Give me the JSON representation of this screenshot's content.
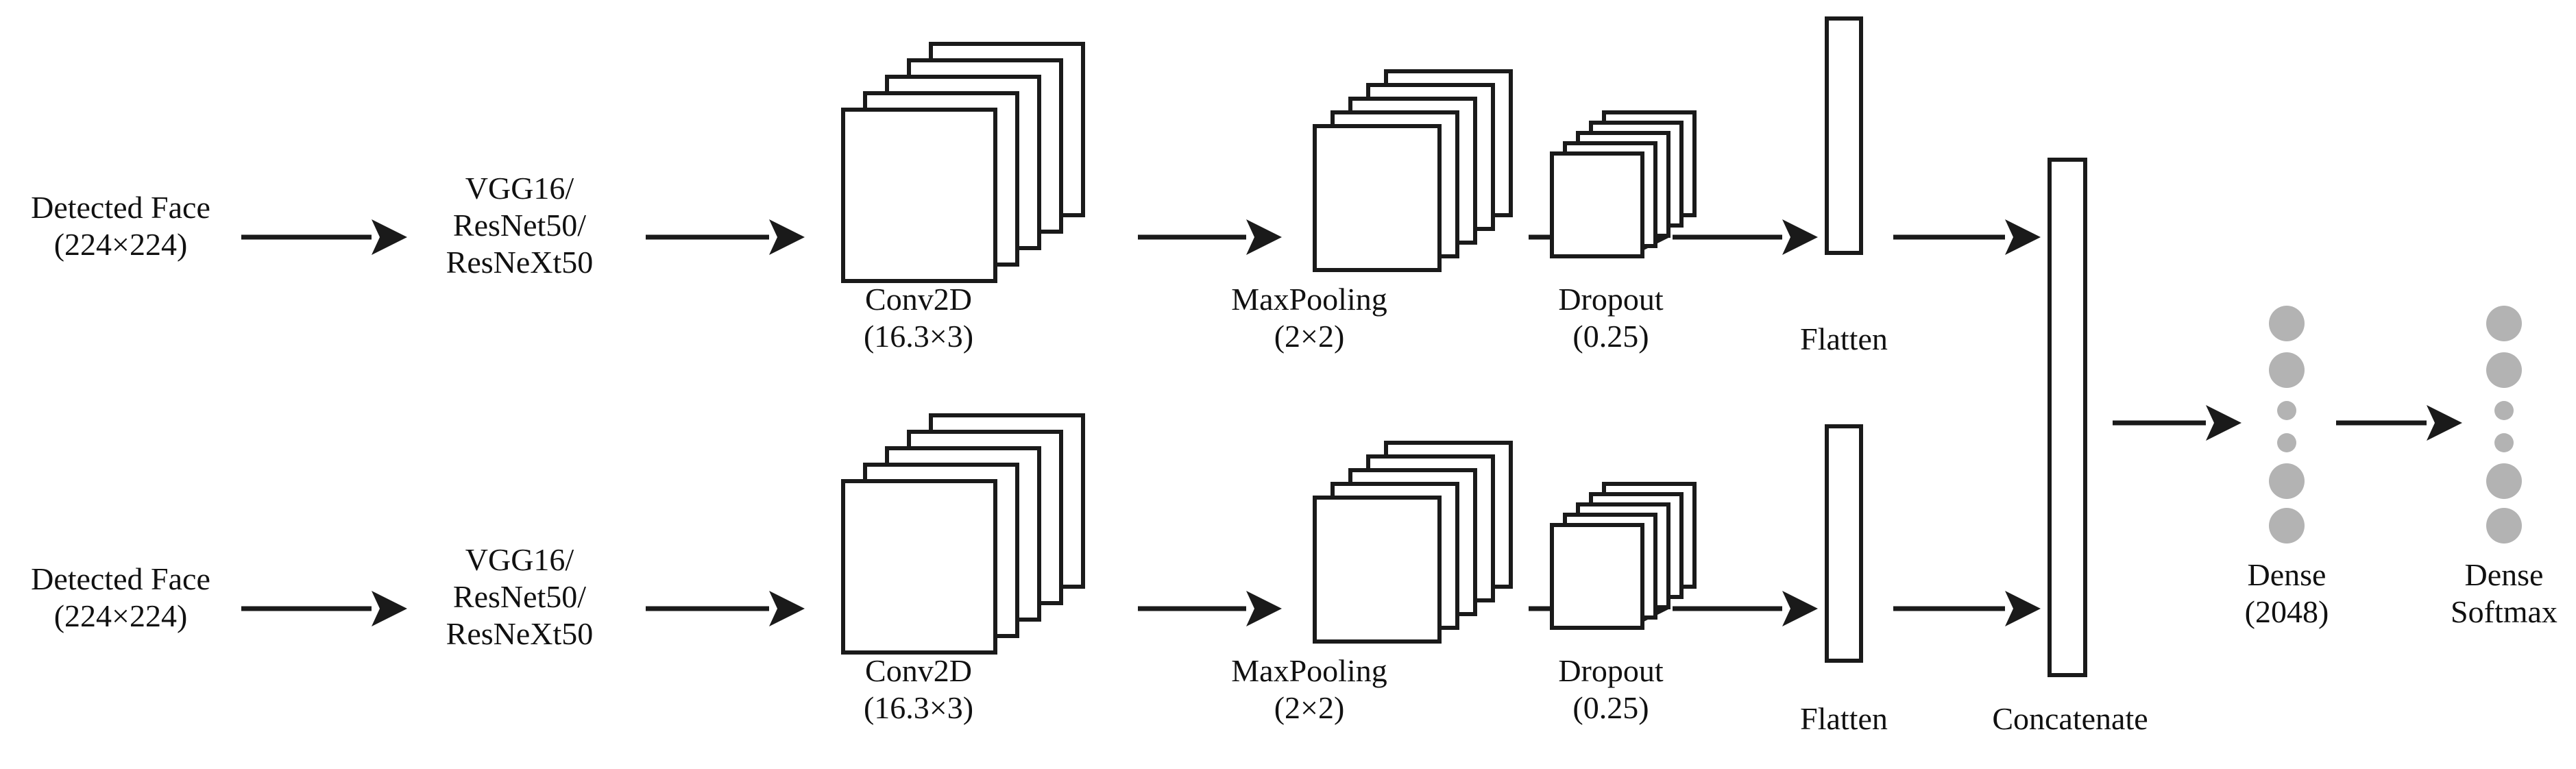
{
  "diagram": {
    "title": "Two-stream CNN architecture for face analysis",
    "background_color": "#ffffff",
    "stroke_color": "#1a1a1a",
    "node_color": "#b3b3b3"
  },
  "branches": [
    {
      "id": "top-branch",
      "input": {
        "line1": "Detected Face",
        "line2": "(224×224)"
      },
      "backbone": {
        "line1": "VGG16/",
        "line2": "ResNet50/",
        "line3": "ResNeXt50"
      },
      "conv": {
        "line1": "Conv2D",
        "line2": "(16.3×3)"
      },
      "pool": {
        "line1": "MaxPooling",
        "line2": "(2×2)"
      },
      "dropout": {
        "line1": "Dropout",
        "line2": "(0.25)"
      },
      "flatten": {
        "line1": "Flatten"
      }
    },
    {
      "id": "bottom-branch",
      "input": {
        "line1": "Detected Face",
        "line2": "(224×224)"
      },
      "backbone": {
        "line1": "VGG16/",
        "line2": "ResNet50/",
        "line3": "ResNeXt50"
      },
      "conv": {
        "line1": "Conv2D",
        "line2": "(16.3×3)"
      },
      "pool": {
        "line1": "MaxPooling",
        "line2": "(2×2)"
      },
      "dropout": {
        "line1": "Dropout",
        "line2": "(0.25)"
      },
      "flatten": {
        "line1": "Flatten"
      }
    }
  ],
  "merge": {
    "concatenate": {
      "line1": "Concatenate"
    }
  },
  "head": {
    "dense": {
      "line1": "Dense",
      "line2": "(2048)"
    },
    "output": {
      "line1": "Dense",
      "line2": "Softmax"
    }
  },
  "icons": {
    "feature_map_stack": "feature-map-stack-icon",
    "vector_bar": "vector-bar-icon",
    "neuron_node": "neuron-node-icon",
    "arrow_right": "arrow-right-icon"
  }
}
